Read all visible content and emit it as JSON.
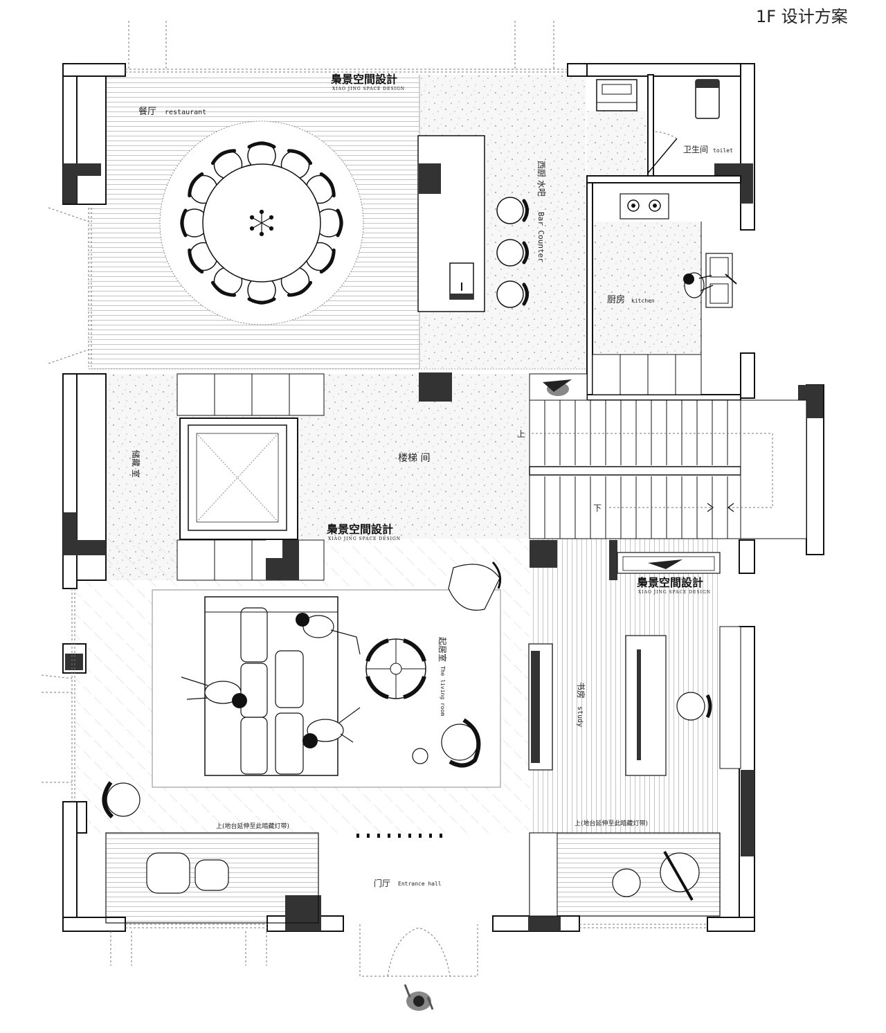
{
  "title": "1F 设计方案",
  "brand": {
    "name": "梟景空間設計",
    "sub": "XIAO JING SPACE DESIGN"
  },
  "rooms": {
    "restaurant_cn": "餐厅",
    "restaurant_en": "restaurant",
    "bar_cn": "西厨 水吧",
    "bar_en": "Bar Counter",
    "toilet_cn": "卫生间",
    "toilet_en": "toilet",
    "kitchen_cn": "厨房",
    "kitchen_en": "kitchen",
    "storage_cn": "储藏 室",
    "stair_cn": "楼梯 间",
    "up": "上",
    "down": "下",
    "living_cn": "起居室",
    "living_en": "The living room",
    "study_cn": "书房",
    "study_en": "study",
    "step_left": "上(地台延伸至此暗藏灯带)",
    "step_right": "上(地台延伸至此暗藏灯带)",
    "hall_cn": "门厅",
    "hall_en": "Entrance hall"
  },
  "colors": {
    "wall_fill": "#333333",
    "line": "#111111",
    "floor_pattern": "#bbbbbb"
  }
}
